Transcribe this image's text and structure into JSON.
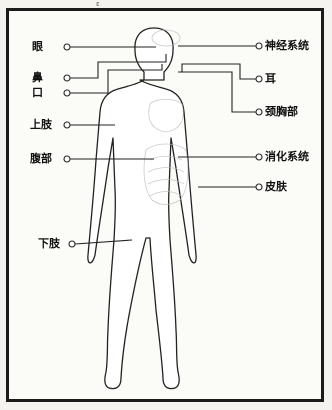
{
  "header_mark": "ε",
  "left_labels": [
    {
      "id": "eye",
      "text": "眼"
    },
    {
      "id": "nose",
      "text": "鼻"
    },
    {
      "id": "mouth",
      "text": "口"
    },
    {
      "id": "upper-limb",
      "text": "上肢"
    },
    {
      "id": "abdomen",
      "text": "腹部"
    },
    {
      "id": "lower-limb",
      "text": "下肢"
    }
  ],
  "right_labels": [
    {
      "id": "nervous-system",
      "text": "神经系统"
    },
    {
      "id": "ear",
      "text": "耳"
    },
    {
      "id": "neck",
      "text": "颈胸部"
    },
    {
      "id": "digestive-system",
      "text": "消化系统"
    },
    {
      "id": "skin",
      "text": "皮肤"
    }
  ]
}
